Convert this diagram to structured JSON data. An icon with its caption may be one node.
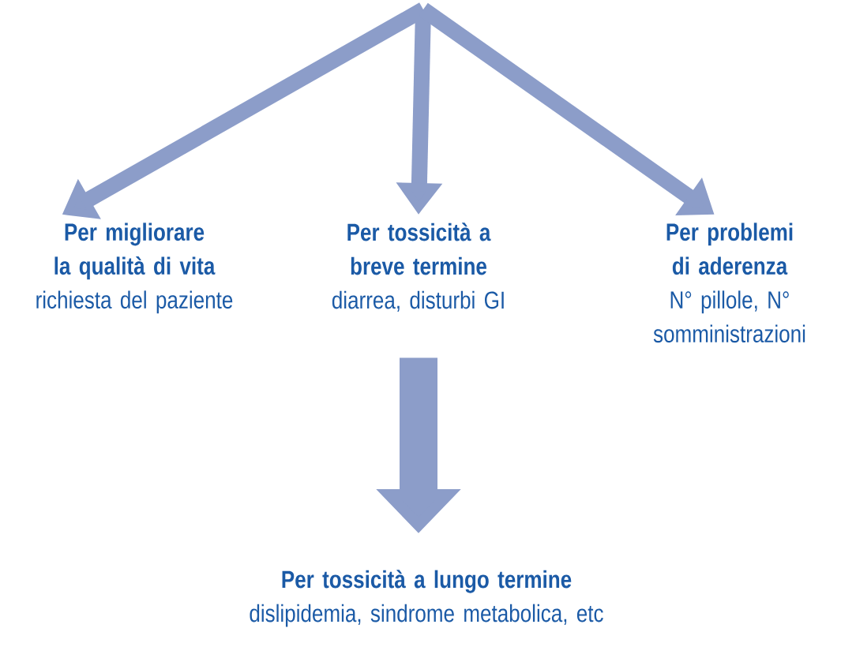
{
  "diagram": {
    "nodes": [
      {
        "text": [
          "Per migliorare la qualità di vita",
          "richiesta del paziente"
        ]
      },
      {
        "text": [
          "Per tossicità a breve termine",
          "diarrea, disturbi GI"
        ]
      },
      {
        "text": [
          "Per problemi di aderenza",
          "N° pillole, N° somministrazioni"
        ]
      },
      {
        "text": [
          "Per tossicità a lungo termine",
          "dislipidemia, sindrome metabolica, etc"
        ]
      }
    ],
    "edges": [
      {
        "from": null,
        "to": 0,
        "arrow": "to"
      },
      {
        "from": null,
        "to": 1,
        "arrow": "to"
      },
      {
        "from": null,
        "to": 2,
        "arrow": "to"
      },
      {
        "from": 1,
        "to": 3,
        "arrow": "to",
        "style": "thick"
      }
    ]
  }
}
